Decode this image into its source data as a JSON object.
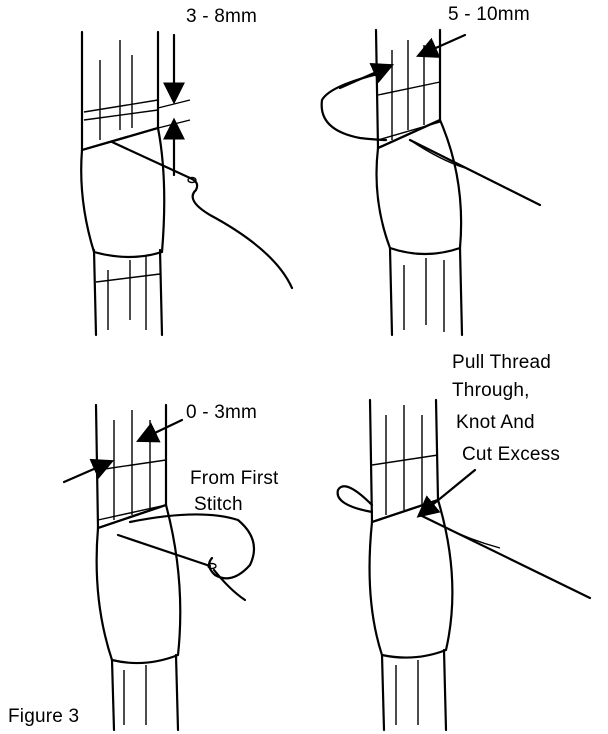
{
  "labels": {
    "p1_measure": "3 - 8mm",
    "p2_measure": "5 - 10mm",
    "p3_measure": "0 - 3mm",
    "p3_note_line1": "From First",
    "p3_note_line2": "Stitch",
    "p4_note_line1": "Pull Thread",
    "p4_note_line2": "Through,",
    "p4_note_line3": "Knot And",
    "p4_note_line4": "Cut Excess",
    "figure": "Figure 3"
  },
  "icons": {
    "panel_art": "rod-with-sleeve-and-needle-thread",
    "dimension_arrow": "double-arrow-icon"
  },
  "colors": {
    "ink": "#000000",
    "paper": "#ffffff"
  }
}
